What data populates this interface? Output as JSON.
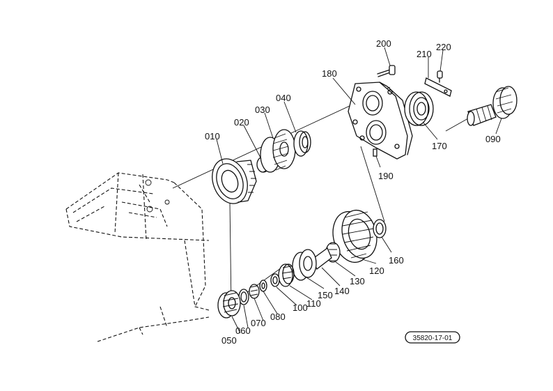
{
  "labels": {
    "p010": "010",
    "p020": "020",
    "p030": "030",
    "p040": "040",
    "p050": "050",
    "p060": "060",
    "p070": "070",
    "p080": "080",
    "p090": "090",
    "p100": "100",
    "p110": "110",
    "p120": "120",
    "p130": "130",
    "p140": "140",
    "p150": "150",
    "p160": "160",
    "p170": "170",
    "p180": "180",
    "p190": "190",
    "p200": "200",
    "p210": "210",
    "p220": "220"
  },
  "drawing_code": "35820-17-01"
}
